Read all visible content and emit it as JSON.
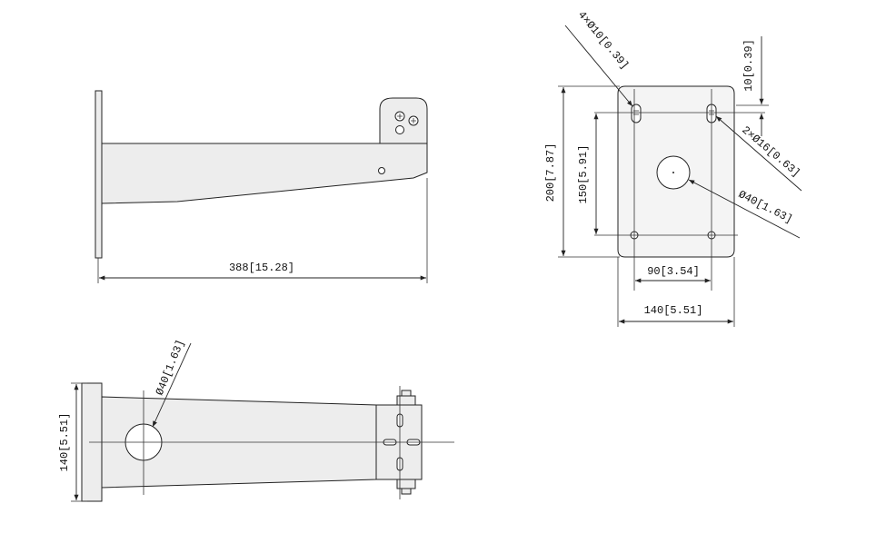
{
  "side_view": {
    "length_label": "388[15.28]"
  },
  "mount_plate_view": {
    "hole_small_label": "4×Ø10[0.39]",
    "edge_offset_label": "10[0.39]",
    "slot_label": "2×Ø16[0.63]",
    "center_hole_label": "Ø40[1.63]",
    "plate_height_label": "200[7.87]",
    "hole_spacing_v_label": "150[5.91]",
    "hole_spacing_h_label": "90[3.54]",
    "plate_width_label": "140[5.51]"
  },
  "top_view": {
    "hole_label": "Ø40[1.63]",
    "width_label": "140[5.51]"
  }
}
